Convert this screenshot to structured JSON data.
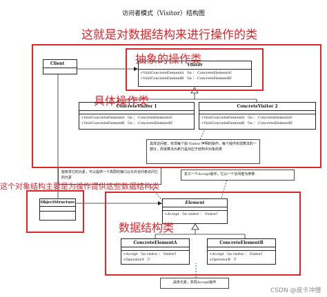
{
  "diagram": {
    "title": "访问者模式（Visitor）结构图",
    "client": {
      "name": "Client"
    },
    "visitor": {
      "name": "Visitor",
      "ops": [
        "+VisitConcreteElementA （in ： ConcreteElementA）",
        "+VisitConcreteElementB （in ： ConcreteElementB）"
      ]
    },
    "concrete_visitor_1": {
      "name": "ConcreteVisitor 1",
      "ops": [
        "+VisitConcreteElementA （in ： ConcreteElementA）",
        "+VisitConcreteElementB （in ： ConcreteElementB）"
      ]
    },
    "concrete_visitor_2": {
      "name": "ConcreteVisitor 2",
      "ops": [
        "+VisitConcreteElementA （in ： ConcreteElementA）",
        "+VisitConcreteElementB （in ： ConcreteElementB）"
      ]
    },
    "object_structure": {
      "name": "ObjectStructure"
    },
    "element": {
      "name": "Element",
      "ops": [
        "+Accept （in visitor ： Visitor）"
      ]
    },
    "concrete_element_a": {
      "name": "ConcreteElementA",
      "ops": [
        "+Accept （in visitor ： Visitor）",
        "+OperatorA （）"
      ]
    },
    "concrete_element_b": {
      "name": "ConcreteElementB",
      "ops": [
        "+Accept （in visitor ： Visitor）",
        "+OperatorB （）"
      ]
    },
    "notes": {
      "concrete_visitor": "具体访问者，实现每个由 Visitor 声明的操作。每个操作实现算法的一部分，而该算法片断乃是对应于结构中对象的类",
      "object_structure": "能枚举它的元素，可以提供一个高层的接口以允许访问者访问它的元素",
      "element": "定义一个Accept操作，它以一个访问者为参数",
      "concrete_element": "具体元素，实现Accept操作"
    }
  },
  "annotations": {
    "structure_class": "这就是对数据结构来进行操作的类",
    "abstract_class": "抽象的操作类",
    "concrete_class": "具体操作类",
    "object_structure": "这个对象结构主要是为操作提供这些数据结构类",
    "data_structure": "数据结构类"
  },
  "watermark": "CSDN @皮卡冲撞",
  "colors": {
    "annotation": "#e0242a",
    "line": "#222222"
  }
}
